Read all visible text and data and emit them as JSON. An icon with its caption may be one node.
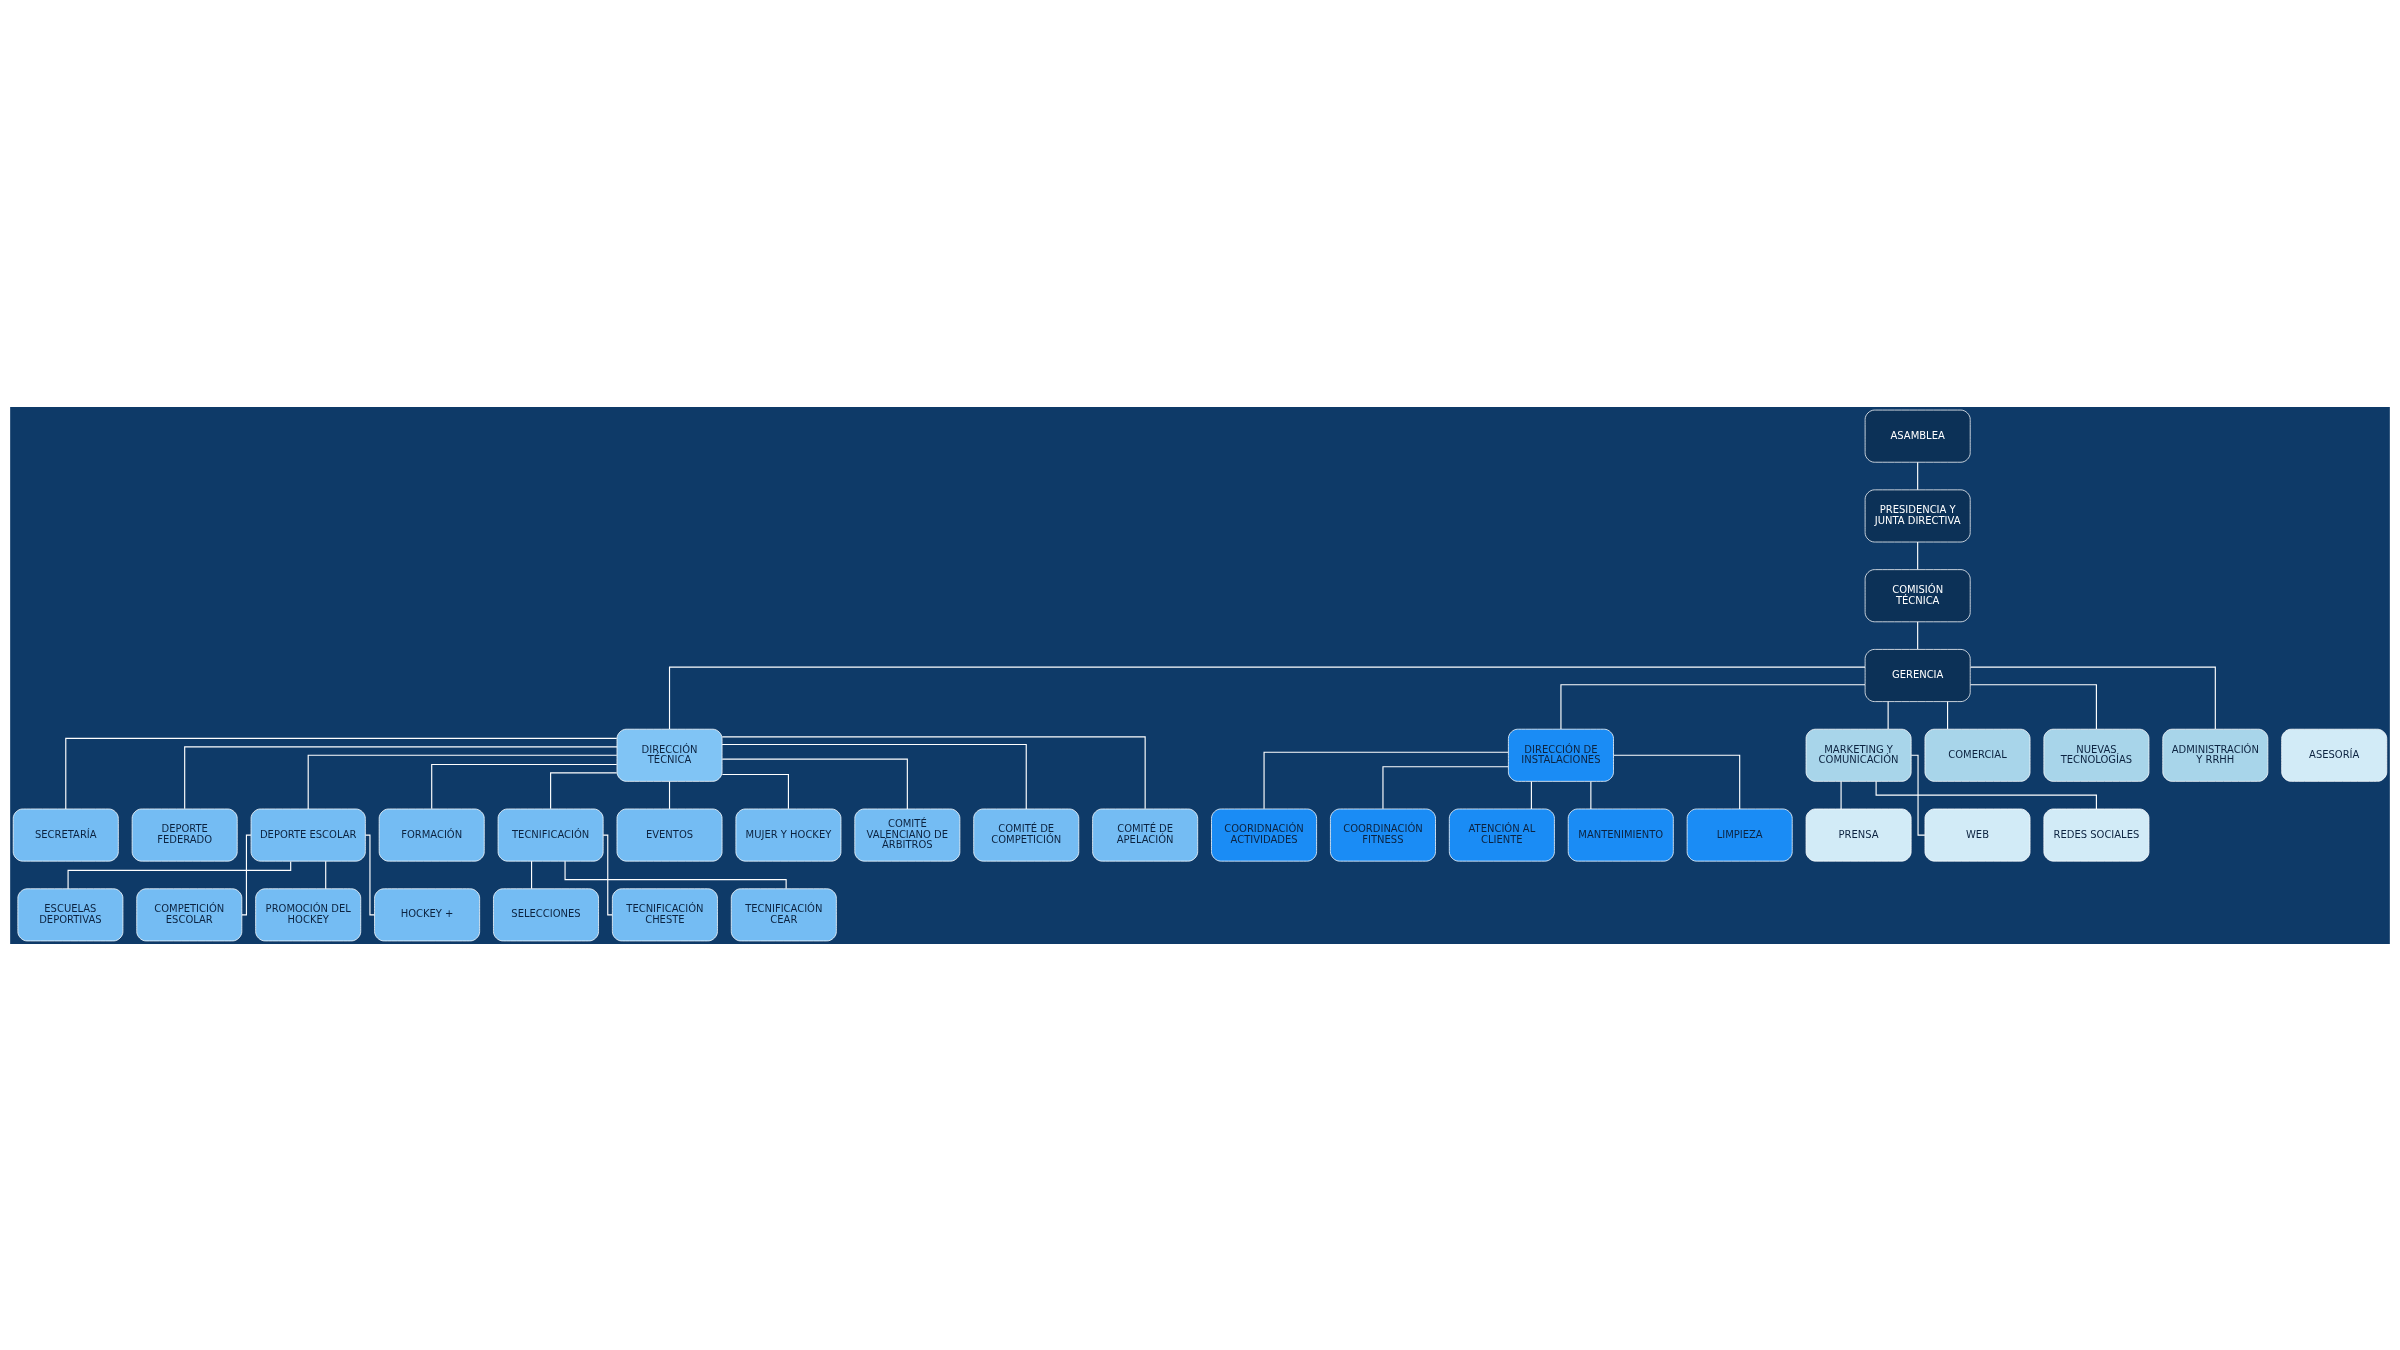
{
  "diagram": {
    "nodes": [
      {
        "text": [
          "ASAMBLEA"
        ]
      },
      {
        "text": [
          "PRESIDENCIA Y JUNTA DIRECTIVA"
        ]
      },
      {
        "text": [
          "COMISIÓN TÉCNICA"
        ]
      },
      {
        "text": [
          "GERENCIA"
        ]
      },
      {
        "text": [
          "DIRECCIÓN TÉCNICA"
        ]
      },
      {
        "text": [
          "DIRECCIÓN DE INSTALACIONES"
        ]
      },
      {
        "text": [
          "MARKETING Y COMUNICACIÓN"
        ]
      },
      {
        "text": [
          "COMERCIAL"
        ]
      },
      {
        "text": [
          "NUEVAS TECNOLOGÍAS"
        ]
      },
      {
        "text": [
          "ADMINISTRACIÓN Y RRHH"
        ]
      },
      {
        "text": [
          "ASESORÍA"
        ]
      },
      {
        "text": [
          "PRENSA"
        ]
      },
      {
        "text": [
          "WEB"
        ]
      },
      {
        "text": [
          "REDES SOCIALES"
        ]
      },
      {
        "text": [
          "COORIDNACIÓN ACTIVIDADES"
        ]
      },
      {
        "text": [
          "COORDINACIÓN FITNESS"
        ]
      },
      {
        "text": [
          "ATENCIÓN AL CLIENTE"
        ]
      },
      {
        "text": [
          "MANTENIMIENTO"
        ]
      },
      {
        "text": [
          "LIMPIEZA"
        ]
      },
      {
        "text": [
          "SECRETARÍA"
        ]
      },
      {
        "text": [
          "DEPORTE FEDERADO"
        ]
      },
      {
        "text": [
          "DEPORTE ESCOLAR"
        ]
      },
      {
        "text": [
          "FORMACIÓN"
        ]
      },
      {
        "text": [
          "TECNIFICACIÓN"
        ]
      },
      {
        "text": [
          "EVENTOS"
        ]
      },
      {
        "text": [
          "MUJER Y HOCKEY"
        ]
      },
      {
        "text": [
          "COMITÉ VALENCIANO DE ÁRBITROS"
        ]
      },
      {
        "text": [
          "COMITÉ DE COMPETICIÓN"
        ]
      },
      {
        "text": [
          "COMITÉ DE APELACIÓN"
        ]
      },
      {
        "text": [
          "ESCUELAS DEPORTIVAS"
        ]
      },
      {
        "text": [
          "COMPETICIÓN ESCOLAR"
        ]
      },
      {
        "text": [
          "PROMOCIÓN DEL HOCKEY"
        ]
      },
      {
        "text": [
          "HOCKEY +"
        ]
      },
      {
        "text": [
          "SELECCIONES"
        ]
      },
      {
        "text": [
          "TECNIFICACIÓN CHESTE"
        ]
      },
      {
        "text": [
          "TECNIFICACIÓN CEAR"
        ]
      }
    ],
    "edges": [
      {
        "from": 0,
        "to": 1,
        "arrow": "none"
      },
      {
        "from": 1,
        "to": 2,
        "arrow": "none"
      },
      {
        "from": 2,
        "to": 3,
        "arrow": "none"
      },
      {
        "from": 3,
        "to": 4,
        "arrow": "none"
      },
      {
        "from": 3,
        "to": 5,
        "arrow": "none"
      },
      {
        "from": 3,
        "to": 6,
        "arrow": "none"
      },
      {
        "from": 3,
        "to": 7,
        "arrow": "none"
      },
      {
        "from": 3,
        "to": 8,
        "arrow": "none"
      },
      {
        "from": 3,
        "to": 9,
        "arrow": "none"
      },
      {
        "from": 6,
        "to": 11,
        "arrow": "none"
      },
      {
        "from": 6,
        "to": 12,
        "arrow": "none"
      },
      {
        "from": 6,
        "to": 13,
        "arrow": "none"
      },
      {
        "from": 5,
        "to": 14,
        "arrow": "none"
      },
      {
        "from": 5,
        "to": 15,
        "arrow": "none"
      },
      {
        "from": 5,
        "to": 16,
        "arrow": "none"
      },
      {
        "from": 5,
        "to": 17,
        "arrow": "none"
      },
      {
        "from": 5,
        "to": 18,
        "arrow": "none"
      },
      {
        "from": 4,
        "to": 19,
        "arrow": "none"
      },
      {
        "from": 4,
        "to": 20,
        "arrow": "none"
      },
      {
        "from": 4,
        "to": 21,
        "arrow": "none"
      },
      {
        "from": 4,
        "to": 22,
        "arrow": "none"
      },
      {
        "from": 4,
        "to": 23,
        "arrow": "none"
      },
      {
        "from": 4,
        "to": 24,
        "arrow": "none"
      },
      {
        "from": 4,
        "to": 25,
        "arrow": "none"
      },
      {
        "from": 4,
        "to": 26,
        "arrow": "none"
      },
      {
        "from": 4,
        "to": 27,
        "arrow": "none"
      },
      {
        "from": 4,
        "to": 28,
        "arrow": "none"
      },
      {
        "from": 21,
        "to": 29,
        "arrow": "none"
      },
      {
        "from": 21,
        "to": 30,
        "arrow": "none"
      },
      {
        "from": 21,
        "to": 31,
        "arrow": "none"
      },
      {
        "from": 21,
        "to": 32,
        "arrow": "none"
      },
      {
        "from": 23,
        "to": 33,
        "arrow": "none"
      },
      {
        "from": 23,
        "to": 34,
        "arrow": "none"
      },
      {
        "from": 23,
        "to": 35,
        "arrow": "none"
      }
    ]
  }
}
